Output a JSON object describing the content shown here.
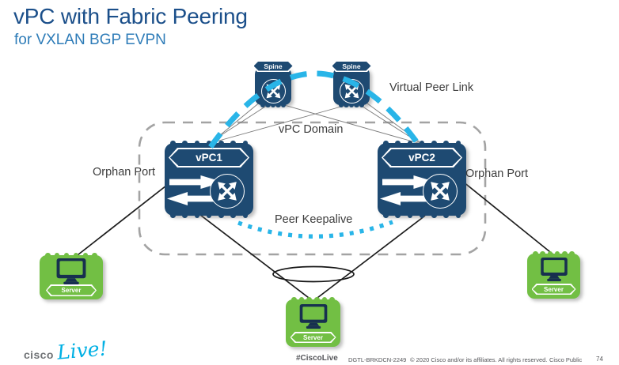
{
  "slide": {
    "title": "vPC with Fabric Peering",
    "subtitle": "for VXLAN BGP EVPN"
  },
  "diagram": {
    "nodes": {
      "spine1": "Spine",
      "spine2": "Spine",
      "vpc1": "vPC1",
      "vpc2": "vPC2",
      "server_left": "Server",
      "server_middle": "Server",
      "server_right": "Server"
    },
    "labels": {
      "virtual_peer_link": "Virtual Peer Link",
      "vpc_domain": "vPC Domain",
      "peer_keepalive": "Peer Keepalive",
      "orphan_port_left": "Orphan Port",
      "orphan_port_right": "Orphan Port"
    },
    "colors": {
      "switch_navy": "#1e4a72",
      "server_green": "#72bf44",
      "link_cyan": "#29b5e8",
      "domain_dash_gray": "#a3a3a3"
    }
  },
  "footer": {
    "logo_cisco": "cisco",
    "logo_live": "Live!",
    "hashtag": "#CiscoLive",
    "session_id": "DGTL-BRKDCN-2249",
    "copyright": "© 2020  Cisco and/or its affiliates. All rights reserved.",
    "classification": "Cisco Public",
    "page_number": "74"
  }
}
